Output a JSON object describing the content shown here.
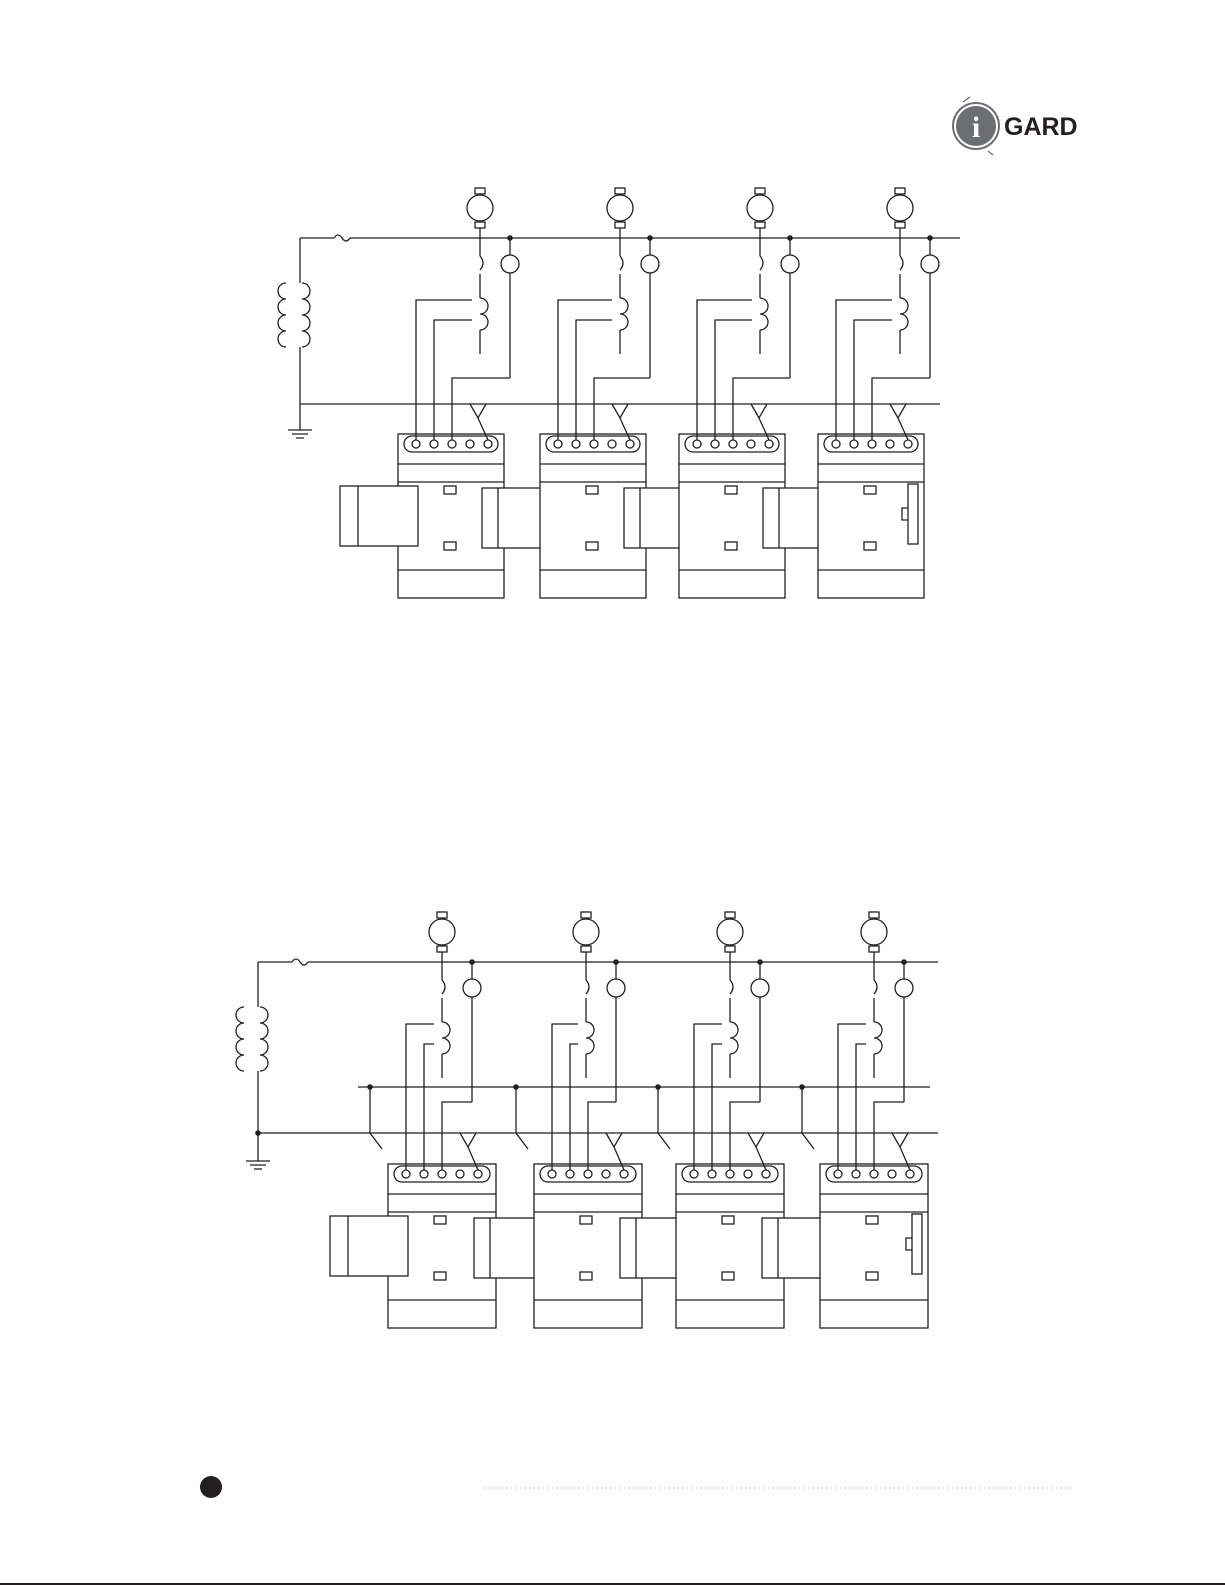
{
  "brand": {
    "logo_letter": "i",
    "logo_word": "GARD",
    "logo_color": "#6d6e71"
  },
  "colors": {
    "line": "#231f20",
    "page_marker": "#231f20",
    "rule": "#bcbec0"
  },
  "diagrams": [
    {
      "id": "diagram-1",
      "units": 4,
      "extra_bus": false
    },
    {
      "id": "diagram-2",
      "units": 4,
      "extra_bus": true
    }
  ]
}
